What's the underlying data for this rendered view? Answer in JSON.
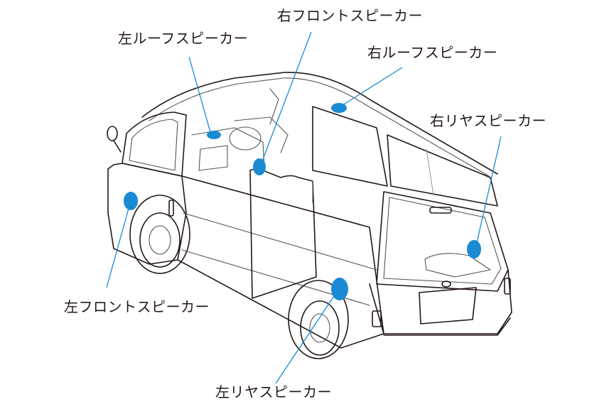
{
  "diagram": {
    "accent_color": "#1a8ad4",
    "speakers": [
      {
        "id": "right-front",
        "label": "右フロントスピーカー"
      },
      {
        "id": "left-roof",
        "label": "左ルーフスピーカー"
      },
      {
        "id": "right-roof",
        "label": "右ルーフスピーカー"
      },
      {
        "id": "right-rear",
        "label": "右リヤスピーカー"
      },
      {
        "id": "left-front",
        "label": "左フロントスピーカー"
      },
      {
        "id": "left-rear",
        "label": "左リヤスピーカー"
      }
    ]
  }
}
